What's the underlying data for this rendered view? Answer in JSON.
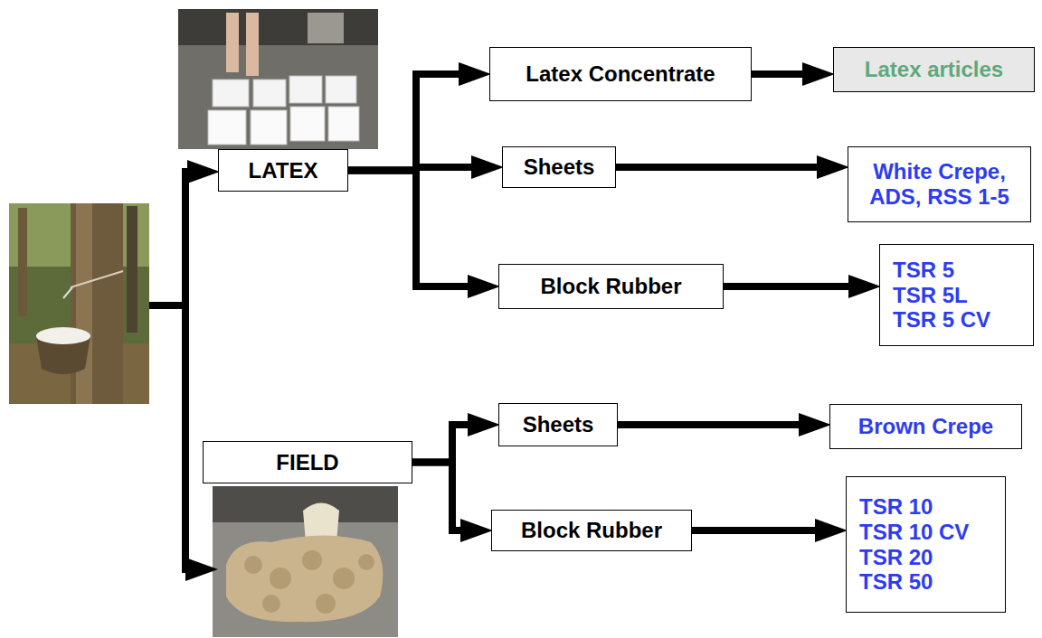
{
  "diagram": {
    "nodes": [
      {
        "text": [
          "LATEX"
        ]
      },
      {
        "text": [
          "Latex Concentrate"
        ]
      },
      {
        "text": [
          "Latex articles"
        ]
      },
      {
        "text": [
          "Sheets"
        ]
      },
      {
        "text": [
          "White Crepe, ADS, RSS 1-5"
        ]
      },
      {
        "text": [
          "Block Rubber"
        ]
      },
      {
        "text": [
          "TSR 5",
          "TSR 5L",
          "TSR 5 CV"
        ]
      },
      {
        "text": [
          "FIELD"
        ]
      },
      {
        "text": [
          "Sheets"
        ]
      },
      {
        "text": [
          "Brown Crepe"
        ]
      },
      {
        "text": [
          "Block Rubber"
        ]
      },
      {
        "text": [
          "TSR 10",
          "TSR 10 CV",
          "TSR 20",
          "TSR 50"
        ]
      }
    ],
    "edges": [
      {
        "from": 0,
        "to": 1,
        "arrow": "to"
      },
      {
        "from": 0,
        "to": 3,
        "arrow": "to"
      },
      {
        "from": 0,
        "to": 5,
        "arrow": "to"
      },
      {
        "from": 1,
        "to": 2,
        "arrow": "to"
      },
      {
        "from": 3,
        "to": 4,
        "arrow": "to"
      },
      {
        "from": 5,
        "to": 6,
        "arrow": "to"
      },
      {
        "from": 7,
        "to": 8,
        "arrow": "to"
      },
      {
        "from": 7,
        "to": 10,
        "arrow": "to"
      },
      {
        "from": 8,
        "to": 9,
        "arrow": "to"
      },
      {
        "from": 10,
        "to": 11,
        "arrow": "to"
      }
    ]
  }
}
